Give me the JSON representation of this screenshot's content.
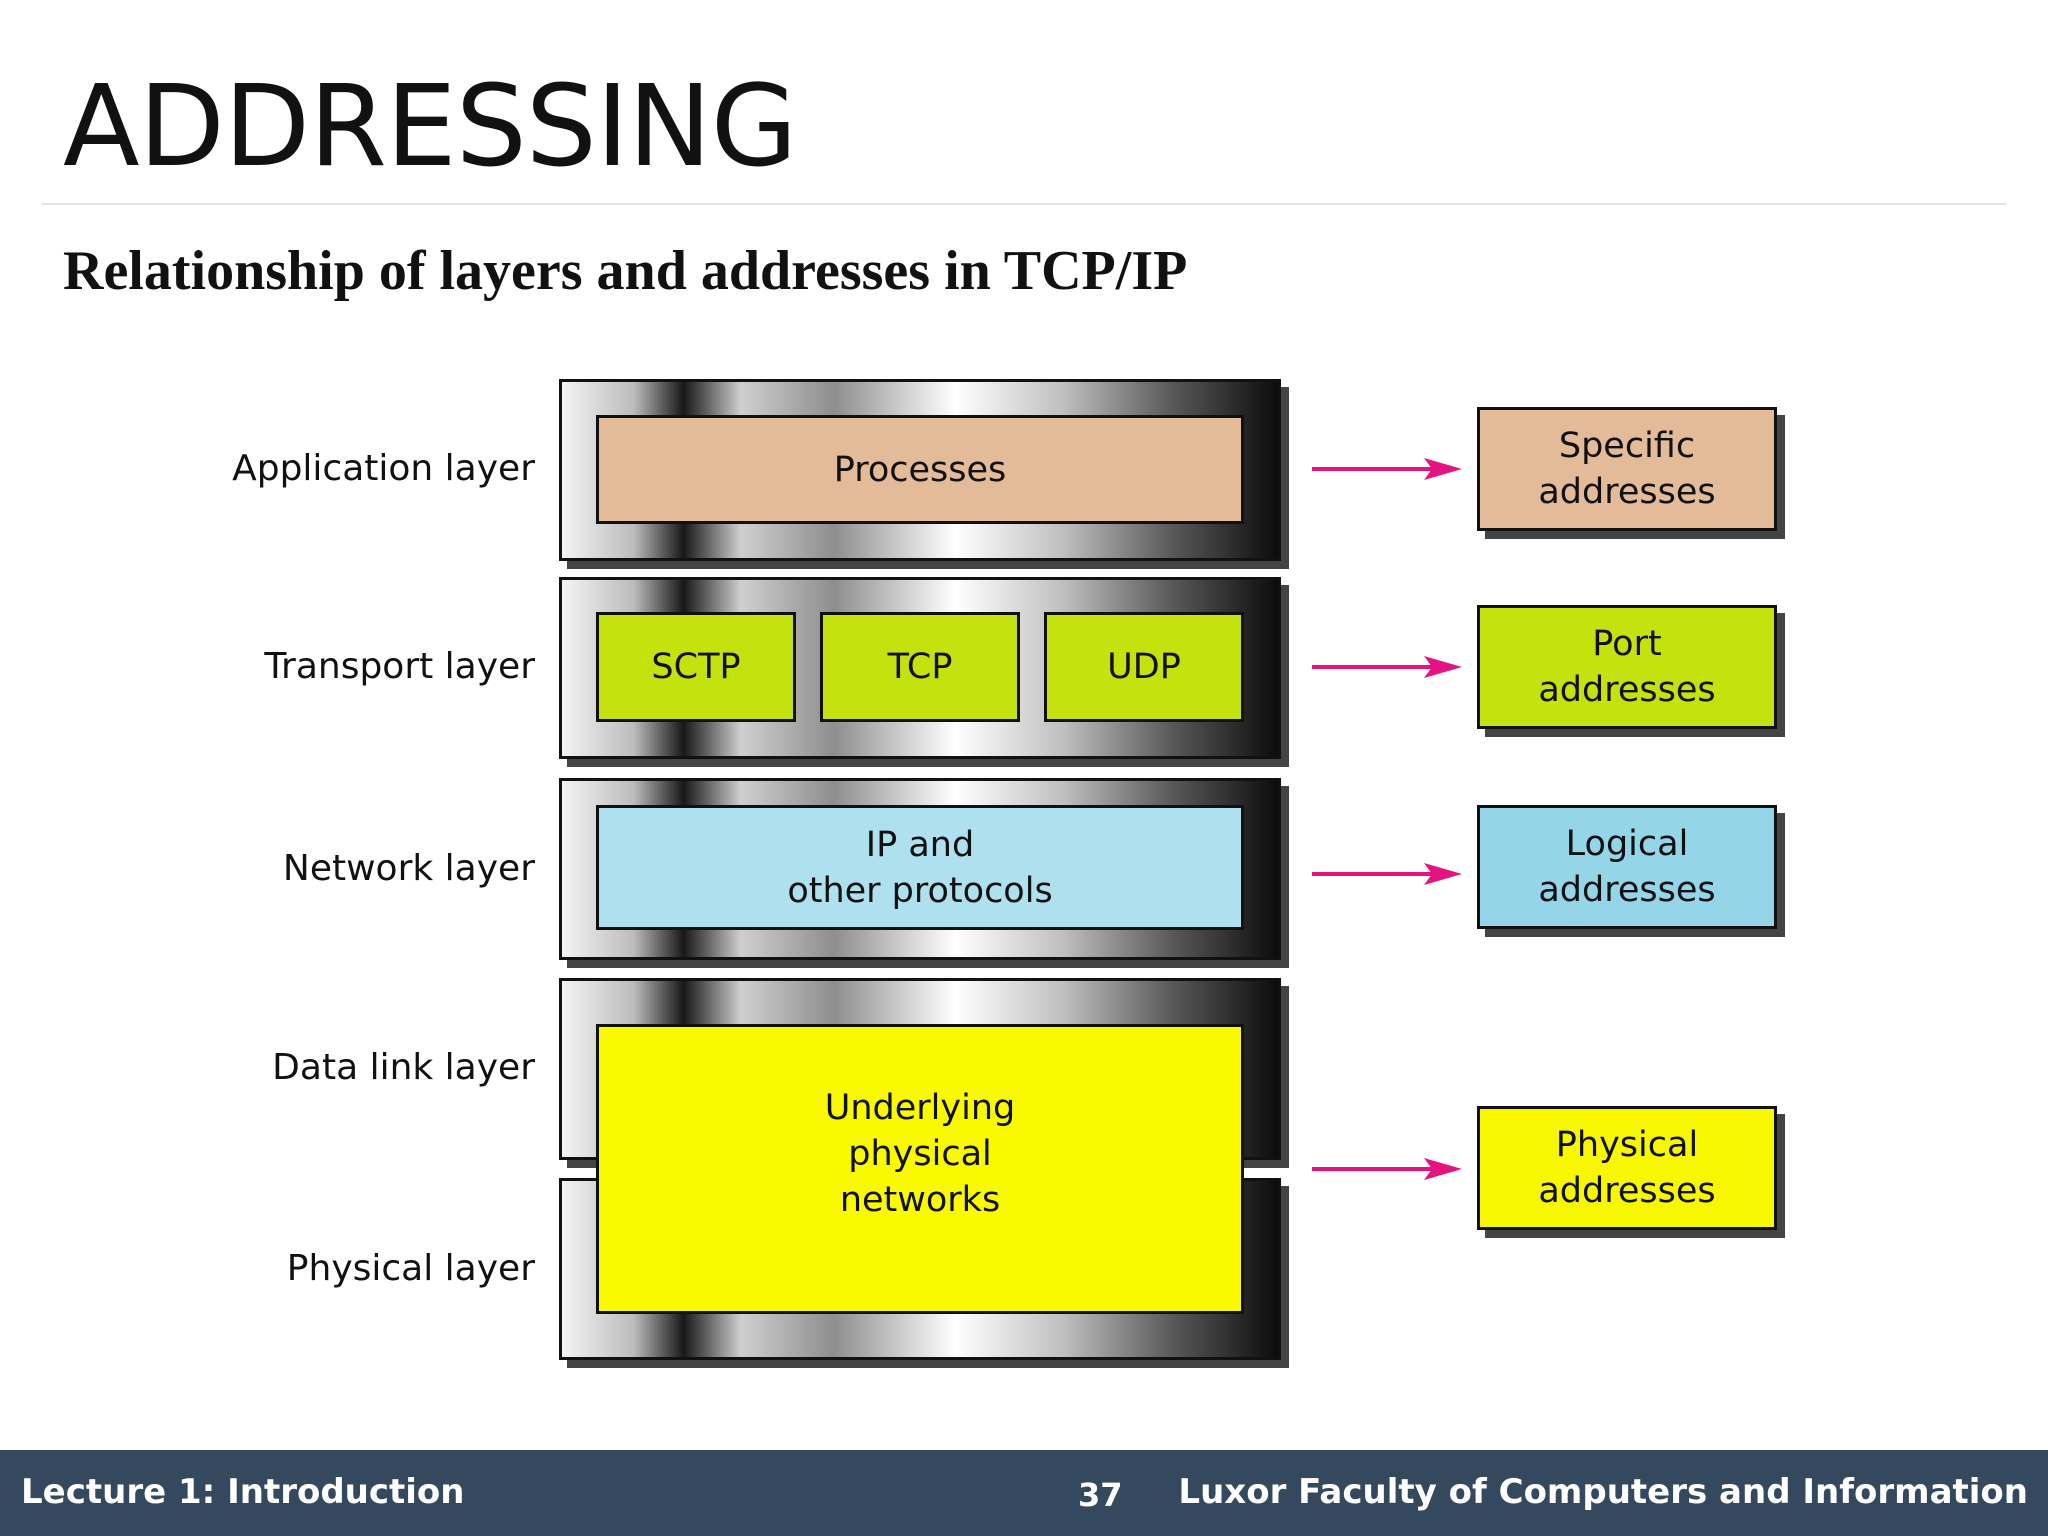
{
  "slide": {
    "title": "ADDRESSING",
    "subtitle": "Relationship of layers and addresses in TCP/IP"
  },
  "diagram": {
    "layers": [
      {
        "label": "Application layer"
      },
      {
        "label": "Transport layer"
      },
      {
        "label": "Network layer"
      },
      {
        "label": "Data link layer"
      },
      {
        "label": "Physical layer"
      }
    ],
    "protocols": {
      "application": "Processes",
      "transport": [
        "SCTP",
        "TCP",
        "UDP"
      ],
      "network_line1": "IP and",
      "network_line2": "other protocols",
      "underlying_line1": "Underlying",
      "underlying_line2": "physical",
      "underlying_line3": "networks"
    },
    "addresses": [
      {
        "line1": "Specific",
        "line2": "addresses",
        "color": "#e3bb98"
      },
      {
        "line1": "Port",
        "line2": "addresses",
        "color": "#c3e20e"
      },
      {
        "line1": "Logical",
        "line2": "addresses",
        "color": "#94d6e8"
      },
      {
        "line1": "Physical",
        "line2": "addresses",
        "color": "#f7f700"
      }
    ],
    "colors": {
      "processes": "#e3bb98",
      "transport": "#c3e20e",
      "network": "#aee0ee",
      "underlying": "#f9f900",
      "arrow": "#e5137f"
    }
  },
  "footer": {
    "lecture": "Lecture 1: Introduction",
    "page_number": "37",
    "institution": "Luxor Faculty of Computers and Information"
  }
}
